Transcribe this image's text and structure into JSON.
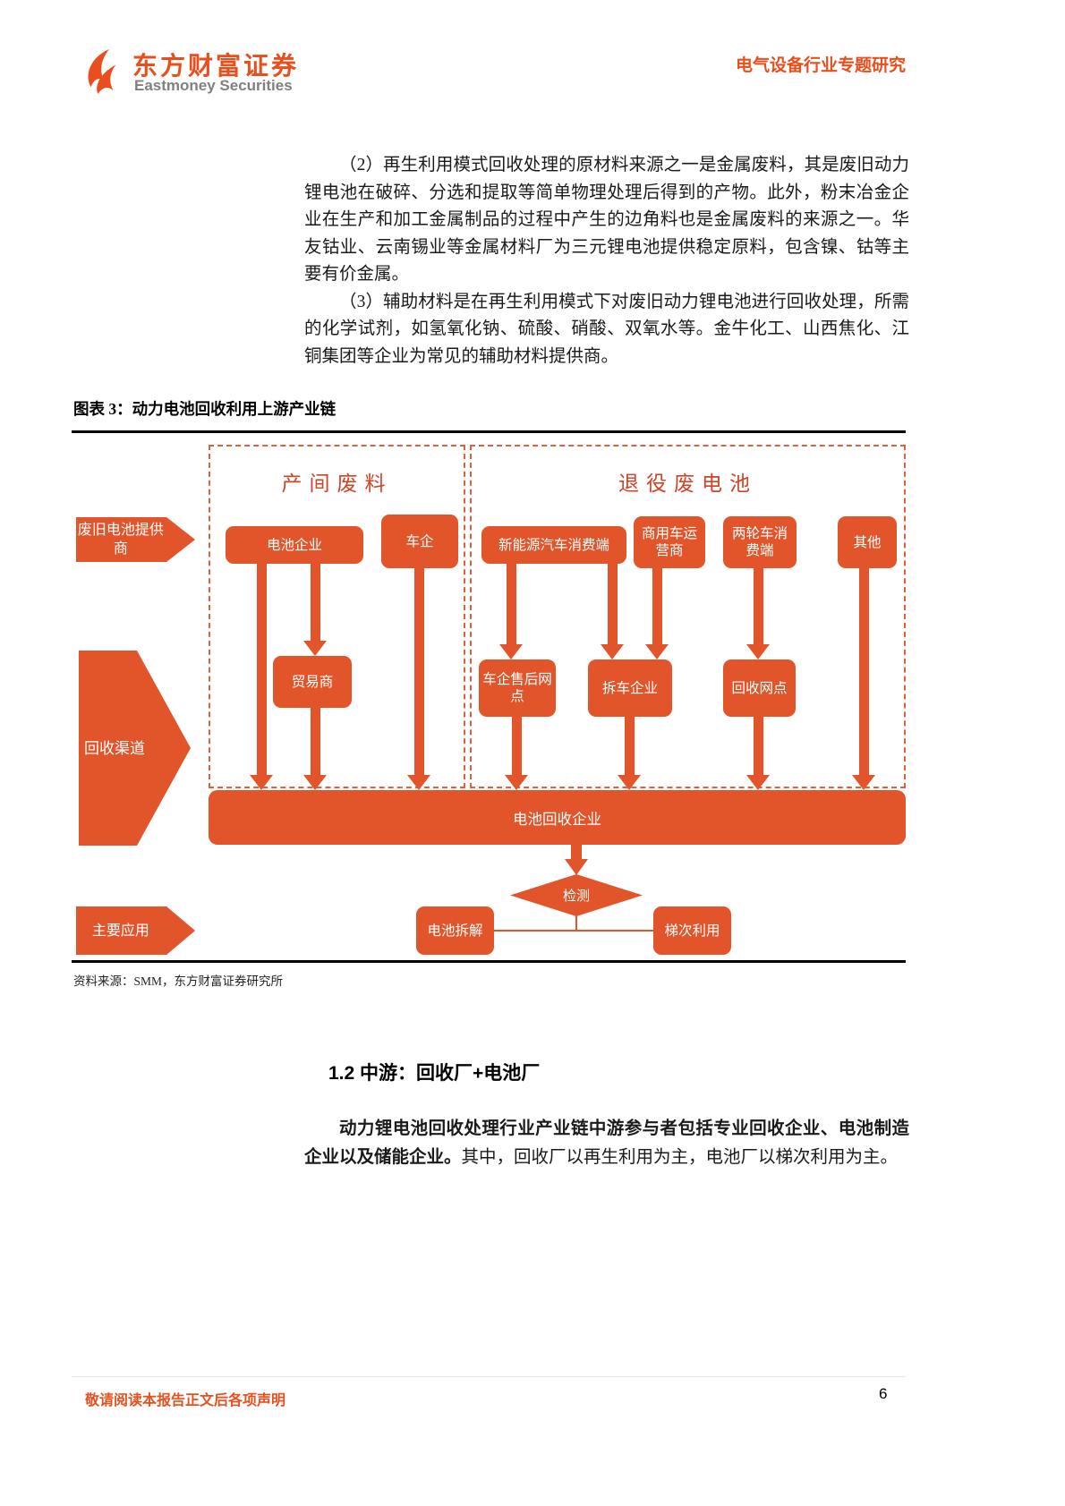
{
  "header": {
    "brand_cn": "东方财富证券",
    "brand_en": "Eastmoney Securities",
    "report_type": "电气设备行业专题研究"
  },
  "paragraphs": {
    "p2": "（2）再生利用模式回收处理的原材料来源之一是金属废料，其是废旧动力锂电池在破碎、分选和提取等简单物理处理后得到的产物。此外，粉末冶金企业在生产和加工金属制品的过程中产生的边角料也是金属废料的来源之一。华友钴业、云南锡业等金属材料厂为三元锂电池提供稳定原料，包含镍、钴等主要有价金属。",
    "p3": "（3）辅助材料是在再生利用模式下对废旧动力锂电池进行回收处理，所需的化学试剂，如氢氧化钠、硫酸、硝酸、双氧水等。金牛化工、山西焦化、江铜集团等企业为常见的辅助材料提供商。"
  },
  "figure": {
    "title": "图表 3：动力电池回收利用上游产业链",
    "group1_label": "产间废料",
    "group2_label": "退役废电池",
    "side_supplier": "废旧电池提供商",
    "side_channel": "回收渠道",
    "side_application": "主要应用",
    "nodes": {
      "battery_company": "电池企业",
      "car_company": "车企",
      "nev_consumer": "新能源汽车消费端",
      "commercial_operator": "商用车运营商",
      "two_wheeler_consumer": "两轮车消费端",
      "other": "其他",
      "trader": "贸易商",
      "aftersales_network": "车企售后网点",
      "dismantler": "拆车企业",
      "recycling_network": "回收网点",
      "recycler_bar": "电池回收企业",
      "testing": "检测",
      "battery_disassembly": "电池拆解",
      "echelon_use": "梯次利用"
    },
    "source": "资料来源：SMM，东方财富证券研究所"
  },
  "section": {
    "heading": "1.2 中游：回收厂+电池厂",
    "para_bold": "动力锂电池回收处理行业产业链中游参与者包括专业回收企业、电池制造企业以及储能企业。",
    "para_rest": "其中，回收厂以再生利用为主，电池厂以梯次利用为主。"
  },
  "footer": {
    "disclaimer": "敬请阅读本报告正文后各项声明",
    "page_number": "6"
  },
  "colors": {
    "node_orange": "#E2552B",
    "brand_orange": "#E94F1D",
    "group_label_red": "#D04327"
  }
}
